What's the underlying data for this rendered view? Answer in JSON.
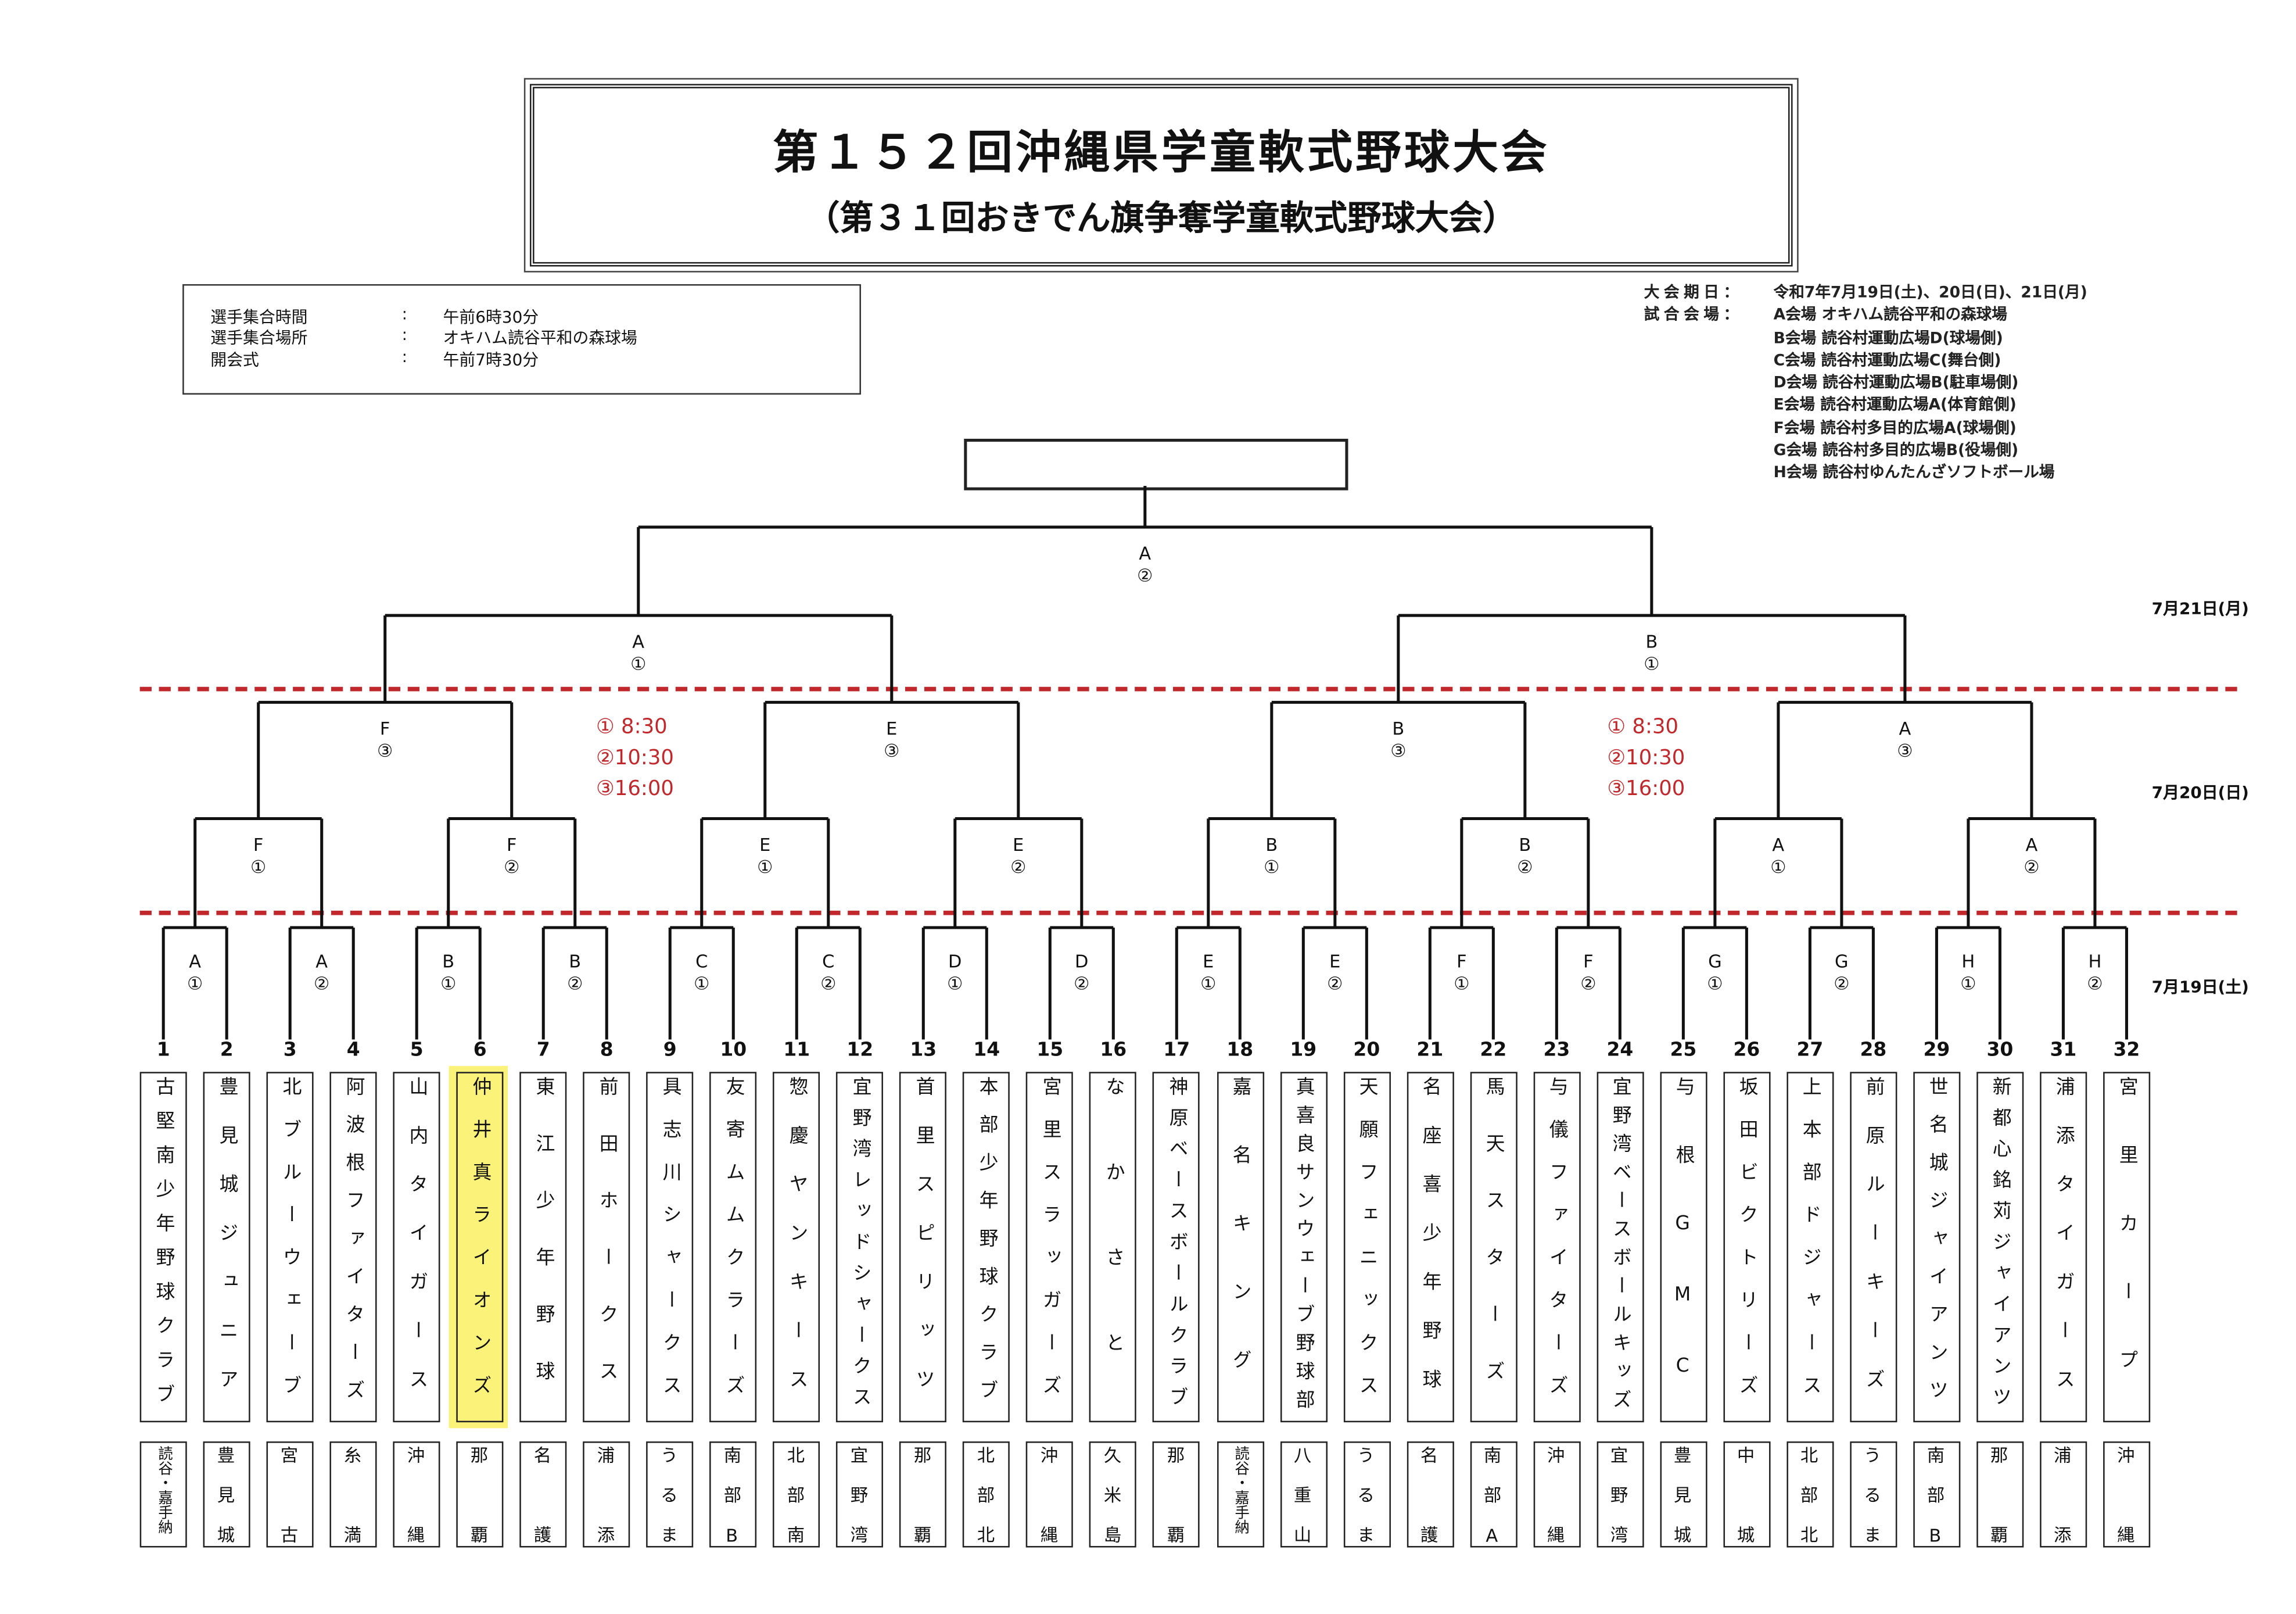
{
  "title": {
    "main": "第１５２回沖縄県学童軟式野球大会",
    "sub": "（第３１回おきでん旗争奪学童軟式野球大会）"
  },
  "info": [
    {
      "label": "選手集合時間",
      "sep": ":",
      "value": "午前6時30分"
    },
    {
      "label": "選手集合場所",
      "sep": ":",
      "value": "オキハム読谷平和の森球場"
    },
    {
      "label": "開会式",
      "sep": ":",
      "value": "午前7時30分"
    }
  ],
  "schedule": {
    "label": "大会期日：",
    "value": "令和7年7月19日(土)、20日(日)、21日(月)"
  },
  "venues_label": "試合会場：",
  "venues": [
    "A会場 オキハム読谷平和の森球場",
    "B会場 読谷村運動広場D(球場側)",
    "C会場 読谷村運動広場C(舞台側)",
    "D会場 読谷村運動広場B(駐車場側)",
    "E会場 読谷村運動広場A(体育館側)",
    "F会場 読谷村多目的広場A(球場側)",
    "G会場 読谷村多目的広場B(役場側)",
    "H会場 読谷村ゆんたんざソフトボール場"
  ],
  "dates": {
    "day3": "7月21日(月)",
    "day2": "7月20日(日)",
    "day1": "7月19日(土)"
  },
  "times": {
    "left": [
      "①  8:30",
      "②10:30",
      "③16:00"
    ],
    "right": [
      "①  8:30",
      "②10:30",
      "③16:00"
    ]
  },
  "colors": {
    "divider": "#c0282b",
    "highlight": "#fbf27a",
    "time_text": "#c0282b"
  },
  "rounds": {
    "r1": [
      [
        "A",
        "①"
      ],
      [
        "A",
        "②"
      ],
      [
        "B",
        "①"
      ],
      [
        "B",
        "②"
      ],
      [
        "C",
        "①"
      ],
      [
        "C",
        "②"
      ],
      [
        "D",
        "①"
      ],
      [
        "D",
        "②"
      ],
      [
        "E",
        "①"
      ],
      [
        "E",
        "②"
      ],
      [
        "F",
        "①"
      ],
      [
        "F",
        "②"
      ],
      [
        "G",
        "①"
      ],
      [
        "G",
        "②"
      ],
      [
        "H",
        "①"
      ],
      [
        "H",
        "②"
      ]
    ],
    "r2": [
      [
        "F",
        "①"
      ],
      [
        "F",
        "②"
      ],
      [
        "E",
        "①"
      ],
      [
        "E",
        "②"
      ],
      [
        "B",
        "①"
      ],
      [
        "B",
        "②"
      ],
      [
        "A",
        "①"
      ],
      [
        "A",
        "②"
      ]
    ],
    "qf": [
      [
        "F",
        "③"
      ],
      [
        "E",
        "③"
      ],
      [
        "B",
        "③"
      ],
      [
        "A",
        "③"
      ]
    ],
    "sf": [
      [
        "A",
        "①"
      ],
      [
        "B",
        "①"
      ]
    ],
    "final": [
      [
        "A",
        "②"
      ]
    ]
  },
  "highlighted_team": 6,
  "teams": [
    {
      "no": "1",
      "name": "古堅南少年野球クラブ",
      "region": "読谷・嘉手納"
    },
    {
      "no": "2",
      "name": "豊見城ジュニア",
      "region": "豊見城"
    },
    {
      "no": "3",
      "name": "北ブルーウェーブ",
      "region": "宮古"
    },
    {
      "no": "4",
      "name": "阿波根ファイターズ",
      "region": "糸満"
    },
    {
      "no": "5",
      "name": "山内タイガース",
      "region": "沖縄"
    },
    {
      "no": "6",
      "name": "仲井真ライオンズ",
      "region": "那覇"
    },
    {
      "no": "7",
      "name": "東江少年野球",
      "region": "名護"
    },
    {
      "no": "8",
      "name": "前田ホークス",
      "region": "浦添"
    },
    {
      "no": "9",
      "name": "具志川シャークス",
      "region": "うるま"
    },
    {
      "no": "10",
      "name": "友寄ムムクラーズ",
      "region": "南部B"
    },
    {
      "no": "11",
      "name": "惣慶ヤンキース",
      "region": "北部南"
    },
    {
      "no": "12",
      "name": "宜野湾レッドシャークス",
      "region": "宜野湾"
    },
    {
      "no": "13",
      "name": "首里スピリッツ",
      "region": "那覇"
    },
    {
      "no": "14",
      "name": "本部少年野球クラブ",
      "region": "北部北"
    },
    {
      "no": "15",
      "name": "宮里スラッガーズ",
      "region": "沖縄"
    },
    {
      "no": "16",
      "name": "なかさと",
      "region": "久米島"
    },
    {
      "no": "17",
      "name": "神原ベースボールクラブ",
      "region": "那覇"
    },
    {
      "no": "18",
      "name": "嘉名キング",
      "region": "読谷・嘉手納"
    },
    {
      "no": "19",
      "name": "真喜良サンウェーブ野球部",
      "region": "八重山"
    },
    {
      "no": "20",
      "name": "天願フェニックス",
      "region": "うるま"
    },
    {
      "no": "21",
      "name": "名座喜少年野球",
      "region": "名護"
    },
    {
      "no": "22",
      "name": "馬天スターズ",
      "region": "南部A"
    },
    {
      "no": "23",
      "name": "与儀ファイターズ",
      "region": "沖縄"
    },
    {
      "no": "24",
      "name": "宜野湾ベースボールキッズ",
      "region": "宜野湾"
    },
    {
      "no": "25",
      "name": "与根GMC",
      "region": "豊見城"
    },
    {
      "no": "26",
      "name": "坂田ビクトリーズ",
      "region": "中城"
    },
    {
      "no": "27",
      "name": "上本部ドジャース",
      "region": "北部北"
    },
    {
      "no": "28",
      "name": "前原ルーキーズ",
      "region": "うるま"
    },
    {
      "no": "29",
      "name": "世名城ジャイアンツ",
      "region": "南部B"
    },
    {
      "no": "30",
      "name": "新都心銘苅ジャイアンツ",
      "region": "那覇"
    },
    {
      "no": "31",
      "name": "浦添タイガース",
      "region": "浦添"
    },
    {
      "no": "32",
      "name": "宮里カープ",
      "region": "沖縄"
    }
  ]
}
